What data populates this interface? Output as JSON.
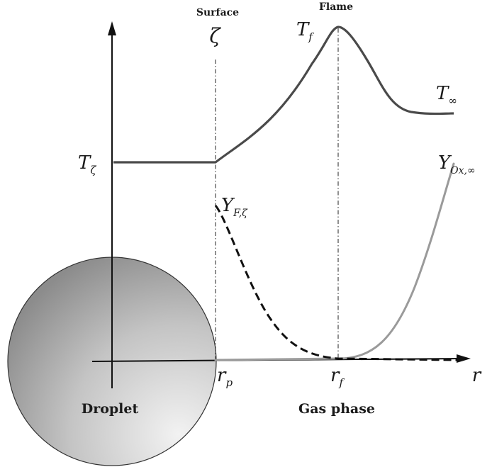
{
  "labels": {
    "surface": "Surface",
    "flame": "Flame",
    "zeta": "ζ",
    "droplet": "Droplet",
    "gas_phase": "Gas phase",
    "r": "r"
  },
  "math_labels": {
    "T_f": {
      "base": "T",
      "sub": "f"
    },
    "T_inf": {
      "base": "T",
      "sub": "∞"
    },
    "T_zeta": {
      "base": "T",
      "sub": "ζ"
    },
    "Y_F_zeta": {
      "base": "Y",
      "sub": "F,ζ"
    },
    "Y_Ox_inf": {
      "base": "Y",
      "sub": "Ox,∞"
    },
    "r_p": {
      "base": "r",
      "sub": "p"
    },
    "r_f": {
      "base": "r",
      "sub": "f"
    }
  },
  "colors": {
    "temperature_curve": "#4a4a4a",
    "oxidizer_curve": "#9a9a9a",
    "fuel_curve": "#111111",
    "droplet_light": "#f0f0f0",
    "droplet_dark": "#8f8f8f",
    "axis": "#111111"
  }
}
